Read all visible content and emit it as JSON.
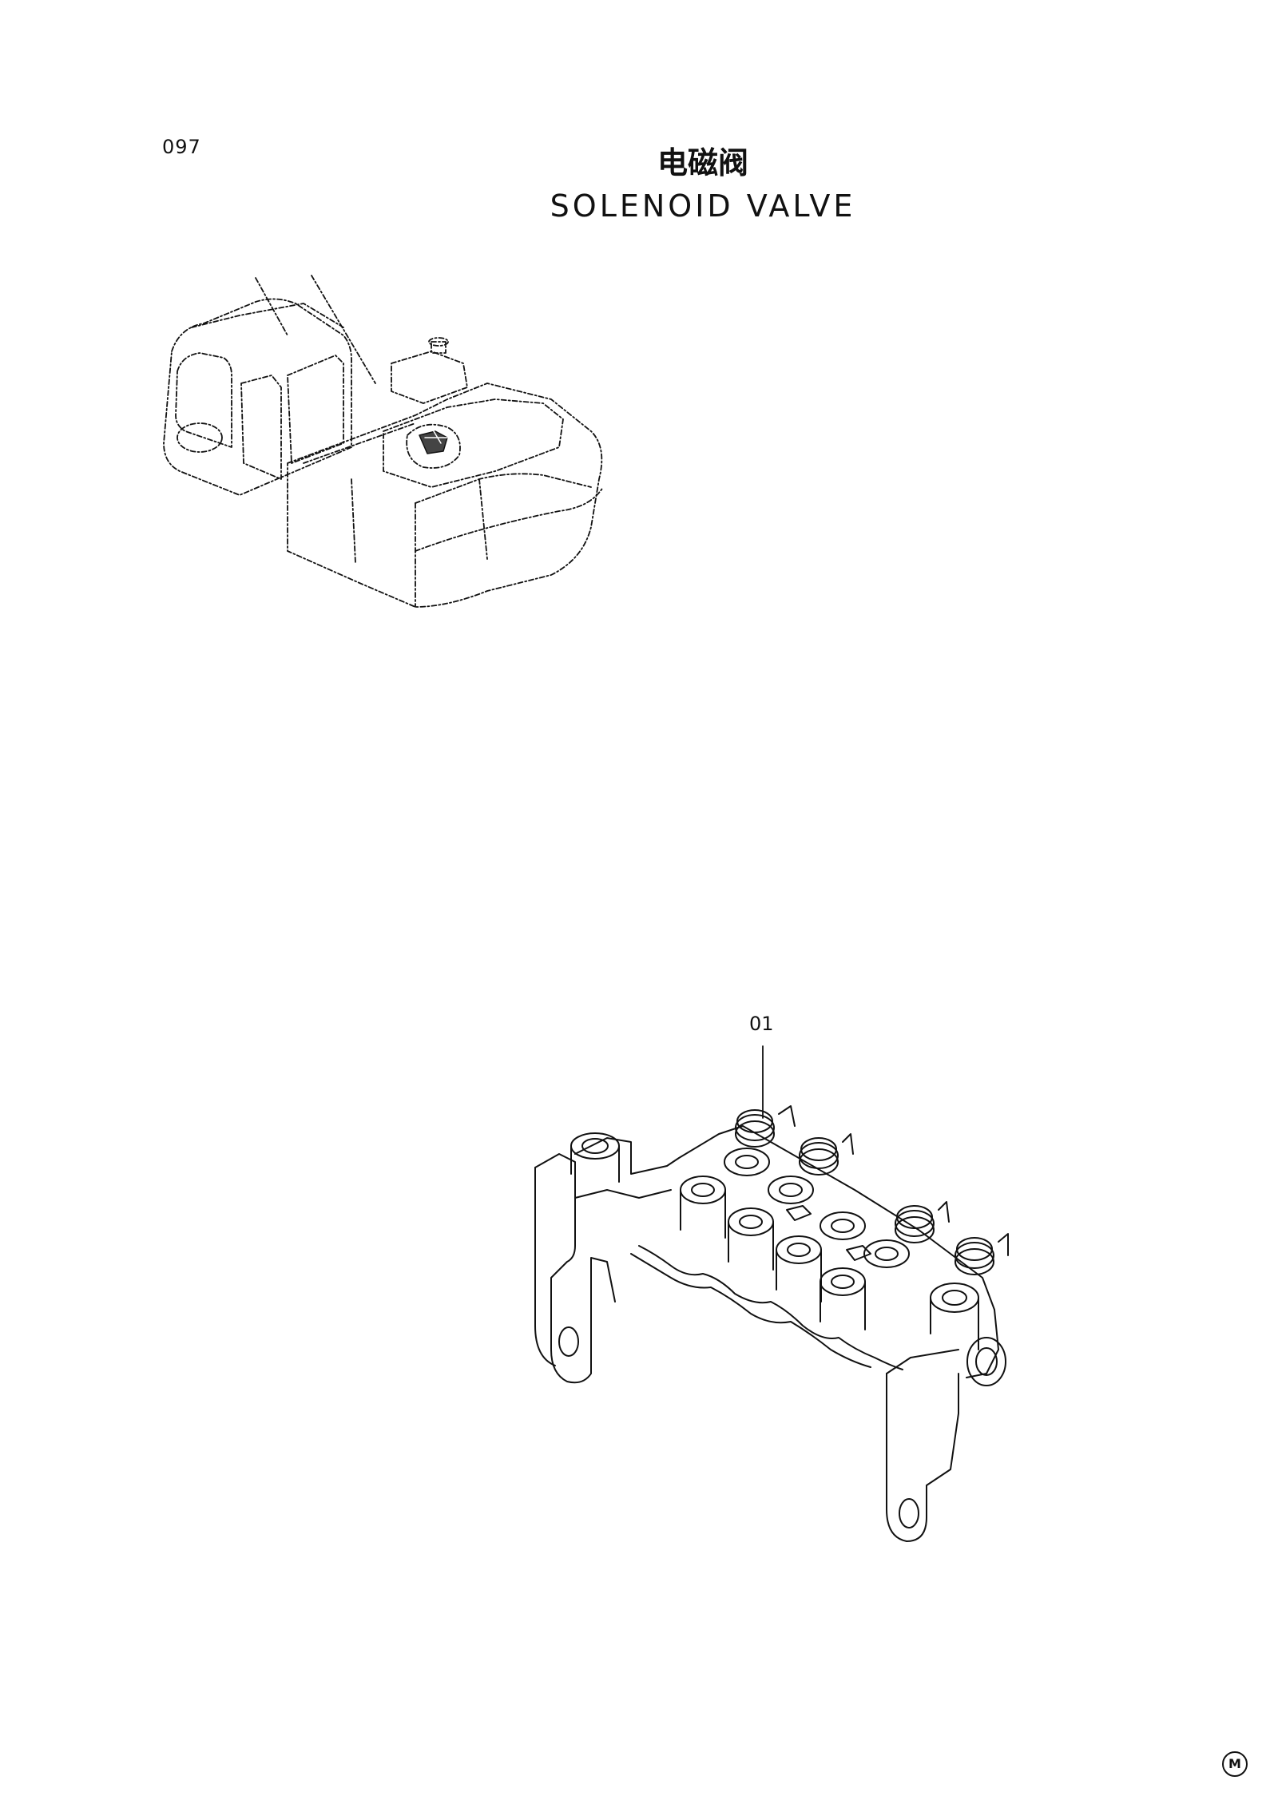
{
  "page": {
    "number": "097",
    "title_cn": "电磁阀",
    "title_en": "SOLENOID  VALVE",
    "mark": "M"
  },
  "callouts": [
    {
      "label": "01",
      "part": "solenoid-valve-assembly"
    }
  ]
}
